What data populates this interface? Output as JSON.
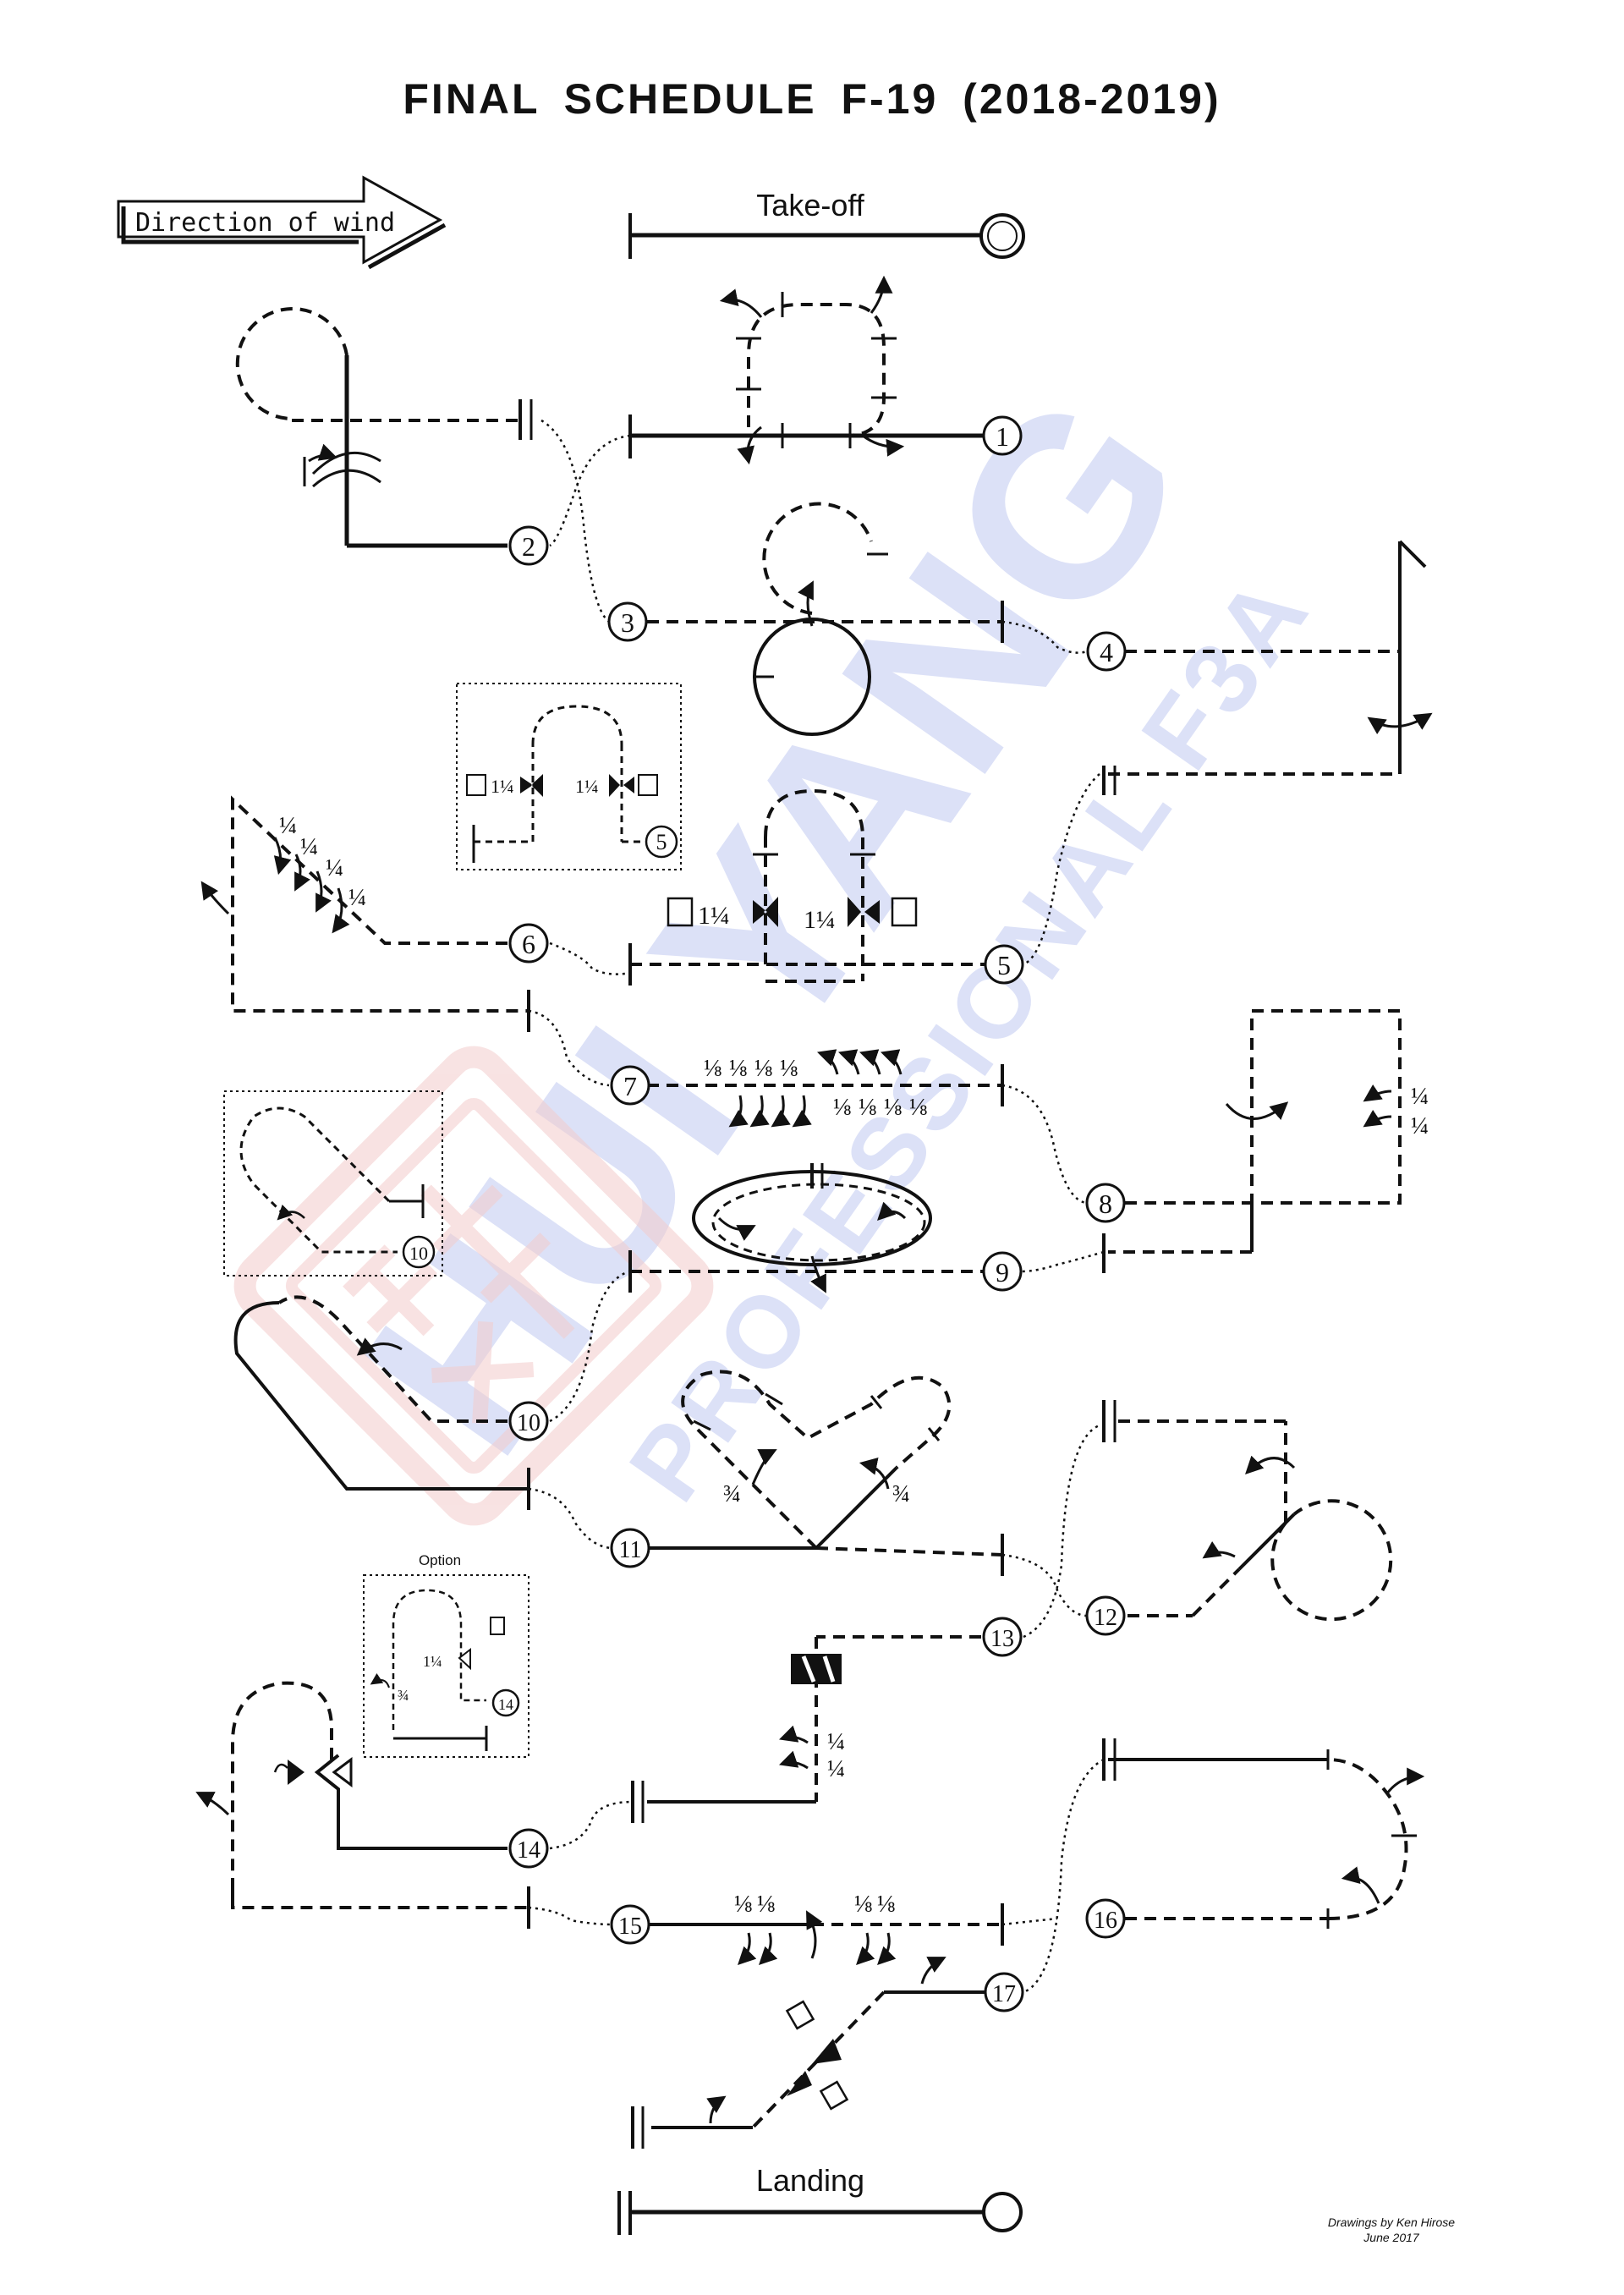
{
  "page": {
    "title": "FINAL  SCHEDULE  F-19   (2018-2019)",
    "credit_line1": "Drawings by Ken Hirose",
    "credit_line2": "June  2017"
  },
  "wind": {
    "label": "Direction of wind"
  },
  "takeoff": {
    "label": "Take-off"
  },
  "landing": {
    "label": "Landing"
  },
  "option": {
    "label": "Option"
  },
  "figures": {
    "n1": "1",
    "n2": "2",
    "n3": "3",
    "n4": "4",
    "n5": "5",
    "n6": "6",
    "n7": "7",
    "n8": "8",
    "n9": "9",
    "n10": "10",
    "n11": "11",
    "n12": "12",
    "n13": "13",
    "n14": "14",
    "n15": "15",
    "n16": "16",
    "n17": "17"
  },
  "fractions": {
    "quarter": "¼",
    "eighth": "⅛",
    "three_quarter": "¾",
    "one_and_quarter": "1¼"
  },
  "watermark": {
    "brand": "HUI YANG",
    "sub": "PROFESSIONAL F3A"
  },
  "colors": {
    "ink": "#111111",
    "watermark_blue": "#d6dcf6",
    "watermark_red": "#f3cccc"
  }
}
